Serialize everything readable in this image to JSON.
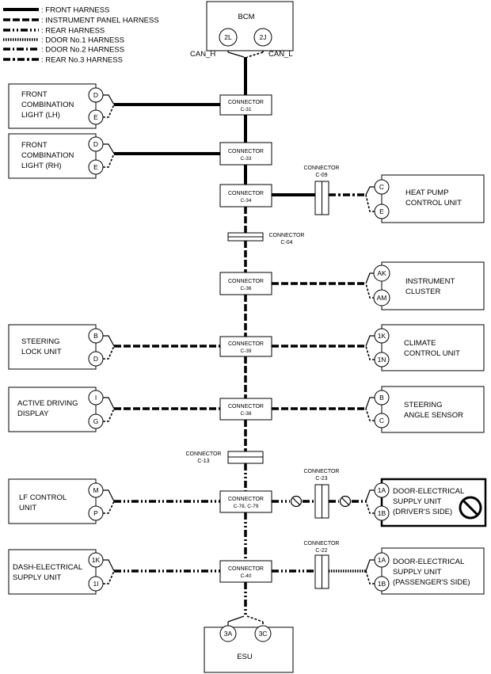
{
  "legend": [
    {
      "label": ": FRONT HARNESS",
      "style": "front"
    },
    {
      "label": ": INSTRUMENT PANEL HARNESS",
      "style": "ip"
    },
    {
      "label": ": REAR HARNESS",
      "style": "rear"
    },
    {
      "label": ": DOOR No.1 HARNESS",
      "style": "d1"
    },
    {
      "label": ": DOOR No.2 HARNESS",
      "style": "d2"
    },
    {
      "label": ": REAR No.3 HARNESS",
      "style": "r3"
    }
  ],
  "bcm": {
    "label": "BCM",
    "pin_h": "2L",
    "pin_l": "2J",
    "can_h": "CAN_H",
    "can_l": "CAN_L"
  },
  "esu": {
    "label": "ESU",
    "pin_a": "3A",
    "pin_b": "3C"
  },
  "connectors": {
    "c31": {
      "title": "CONNECTOR",
      "code": "C-31"
    },
    "c33": {
      "title": "CONNECTOR",
      "code": "C-33"
    },
    "c34": {
      "title": "CONNECTOR",
      "code": "C-34"
    },
    "c36": {
      "title": "CONNECTOR",
      "code": "C-36"
    },
    "c39": {
      "title": "CONNECTOR",
      "code": "C-39"
    },
    "c38": {
      "title": "CONNECTOR",
      "code": "C-38"
    },
    "c7879": {
      "title": "CONNECTOR",
      "code": "C-78, C-79"
    },
    "c40": {
      "title": "CONNECTOR",
      "code": "C-40"
    },
    "c09": {
      "title": "CONNECTOR",
      "code": "C-09"
    },
    "c04": {
      "title": "CONNECTOR",
      "code": "C-04"
    },
    "c13": {
      "title": "CONNECTOR",
      "code": "C-13"
    },
    "c23": {
      "title": "CONNECTOR",
      "code": "C-23"
    },
    "c22": {
      "title": "CONNECTOR",
      "code": "C-22"
    }
  },
  "left_units": {
    "front_lh": {
      "lines": [
        "FRONT",
        "COMBINATION",
        "LIGHT (LH)"
      ],
      "pins": [
        "D",
        "E"
      ]
    },
    "front_rh": {
      "lines": [
        "FRONT",
        "COMBINATION",
        "LIGHT (RH)"
      ],
      "pins": [
        "D",
        "E"
      ]
    },
    "steering_lock": {
      "lines": [
        "STEERING",
        "LOCK UNIT"
      ],
      "pins": [
        "B",
        "D"
      ]
    },
    "active_display": {
      "lines": [
        "ACTIVE DRIVING",
        "DISPLAY"
      ],
      "pins": [
        "I",
        "G"
      ]
    },
    "lf_control": {
      "lines": [
        "LF CONTROL",
        "UNIT"
      ],
      "pins": [
        "M",
        "P"
      ]
    },
    "dash_supply": {
      "lines": [
        "DASH-ELECTRICAL",
        "SUPPLY UNIT"
      ],
      "pins": [
        "1K",
        "1I"
      ]
    }
  },
  "right_units": {
    "heat_pump": {
      "lines": [
        "HEAT PUMP",
        "CONTROL UNIT"
      ],
      "pins": [
        "C",
        "E"
      ]
    },
    "instrument": {
      "lines": [
        "INSTRUMENT",
        "CLUSTER"
      ],
      "pins": [
        "AK",
        "AM"
      ]
    },
    "climate": {
      "lines": [
        "CLIMATE",
        "CONTROL UNIT"
      ],
      "pins": [
        "1K",
        "1N"
      ]
    },
    "steering_angle": {
      "lines": [
        "STEERING",
        "ANGLE SENSOR"
      ],
      "pins": [
        "B",
        "C"
      ]
    },
    "door_driver": {
      "lines": [
        "DOOR-ELECTRICAL",
        "SUPPLY UNIT",
        "(DRIVER'S SIDE)"
      ],
      "pins": [
        "1A",
        "1B"
      ]
    },
    "door_passenger": {
      "lines": [
        "DOOR-ELECTRICAL",
        "SUPPLY UNIT",
        "(PASSENGER'S SIDE)"
      ],
      "pins": [
        "1A",
        "1B"
      ]
    }
  }
}
